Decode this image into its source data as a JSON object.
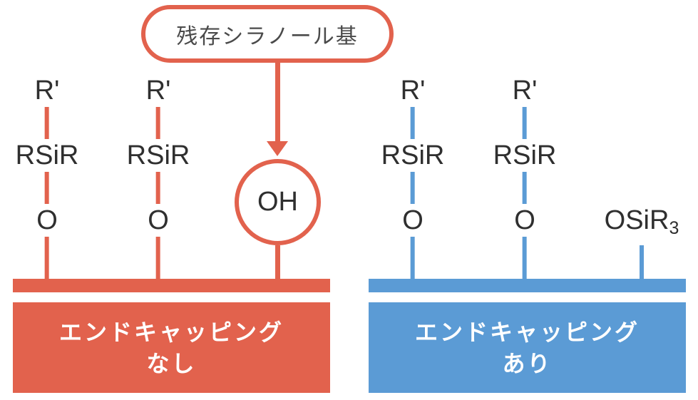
{
  "palette": {
    "no_endcap_red": "#E2624D",
    "endcap_blue": "#5B9BD5",
    "chem_text": "#2f2f2f",
    "caption_text": "#ffffff"
  },
  "callout": {
    "label": "残存シラノール基"
  },
  "silanol": {
    "label": "OH"
  },
  "left_panel": {
    "caption_line1": "エンドキャッピング",
    "caption_line2": "なし",
    "chains": [
      {
        "top": "R'",
        "mid": "RSiR",
        "bottom": "O"
      },
      {
        "top": "R'",
        "mid": "RSiR",
        "bottom": "O"
      }
    ]
  },
  "right_panel": {
    "caption_line1": "エンドキャッピング",
    "caption_line2": "あり",
    "chains": [
      {
        "top": "R'",
        "mid": "RSiR",
        "bottom": "O"
      },
      {
        "top": "R'",
        "mid": "RSiR",
        "bottom": "O"
      }
    ],
    "endcap": {
      "label_main": "OSiR",
      "label_sub": "3"
    }
  }
}
